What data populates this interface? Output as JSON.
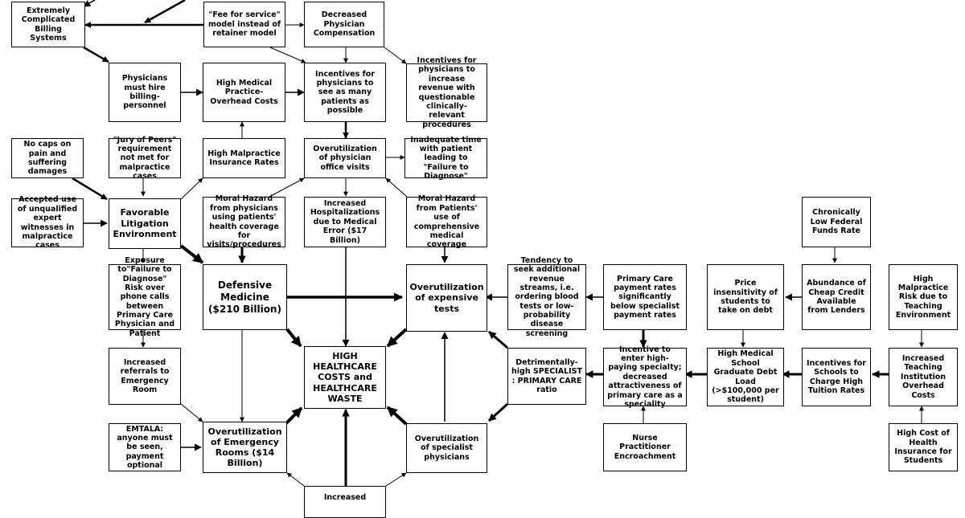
{
  "nodes": {
    "billing_systems": "Extremely Complicated Billing Systems",
    "fee_for_service": "\"Fee for service\" model instead of retainer model",
    "decreased_comp": "Decreased Physician Compensation",
    "hire_billing": "Physicians must hire billing-personnel",
    "overhead_costs": "High Medical Practice-Overhead Costs",
    "see_many_patients": "Incentives for physicians to see as many patients as possible",
    "increase_revenue": "Incentives for physicians to increase revenue with questionable clinically-relevant procedures",
    "no_caps": "No caps on pain and suffering damages",
    "jury_of_peers": "\"Jury of Peers\" requirement not met for malpractice cases",
    "malpractice_rates": "High Malpractice Insurance Rates",
    "overutil_office": "Overutilization of physician office visits",
    "inadequate_time": "Inadequate time with patient leading to \"Failure to Diagnose\"",
    "unqualified_experts": "Accepted use of unqualified expert witnesses in malpractice cases",
    "favorable_litigation": "Favorable Litigation Environment",
    "moral_hazard_physicians": "Moral Hazard from physicians using patients' health coverage for visits/procedures",
    "hospitalizations": "Increased Hospitalizations due to Medical Error ($17 Billion)",
    "moral_hazard_patients": "Moral Hazard from Patients' use of comprehensive medical coverage",
    "low_funds_rate": "Chronically Low Federal Funds Rate",
    "failure_phone": "Exposure to\"Failure to Diagnose\" Risk over phone calls between Primary Care Physician and Patient",
    "defensive_medicine": "Defensive Medicine ($210 Billion)",
    "overutil_tests": "Overutilization of expensive tests",
    "seek_revenue": "Tendency to seek additional revenue streams, i.e. ordering blood tests or low-probability disease screening",
    "pc_payment": "Primary Care payment rates significantly below specialist payment rates",
    "price_insensitivity": "Price insensitivity of students to take on debt",
    "cheap_credit": "Abundance of Cheap Credit Available from Lenders",
    "teaching_risk": "High Malpractice Risk due to Teaching Environment",
    "er_referrals": "Increased referrals to Emergency Room",
    "high_costs": "HIGH HEALTHCARE COSTS and HEALTHCARE WASTE",
    "specialist_ratio": "Detrimentally-high SPECIALIST : PRIMARY CARE ratio",
    "specialty_incentive": "Incentive to enter high-paying specialty; decreased attractiveness of primary care as a speciality",
    "debt_load": "High Medical School Graduate Debt Load (>$100,000 per student)",
    "tuition_incentive": "Incentives for Schools to Charge High Tuition Rates",
    "teaching_overhead": "Increased Teaching Institution Overhead Costs",
    "emtala": "EMTALA: anyone must be seen, payment optional",
    "overutil_er": "Overutilization of Emergency Rooms ($14 Billion)",
    "overutil_specialist": "Overutilization of specialist physicians",
    "np_encroachment": "Nurse Practitioner Encroachment",
    "insurance_students": "High Cost of Health Insurance for Students",
    "increased": "Increased"
  }
}
